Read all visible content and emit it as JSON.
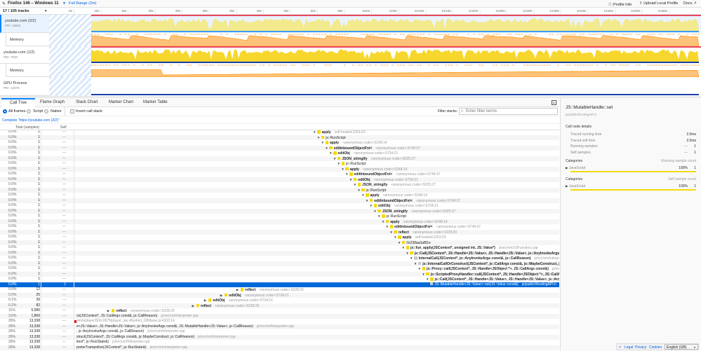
{
  "topbar": {
    "title": "Firefox 146 – Windows 11",
    "range": "Full Range (2m)",
    "profile_info": "Profile Info",
    "upload": "Upload Local Profile",
    "docs": "Docs"
  },
  "timeline": {
    "track_count": "17 / 105 tracks",
    "ticks": [
      "5s",
      "10s",
      "15s",
      "20s",
      "25s",
      "30s",
      "35s",
      "40s",
      "45s",
      "50s",
      "55s",
      "1m0s",
      "1m5s",
      "1m10s",
      "1m15s",
      "1m20s",
      "1m25s",
      "1m30s",
      "1m35s",
      "1m40s",
      "1m45s",
      "1m50s",
      "1m55s"
    ],
    "tracks": [
      {
        "name": "youtube.com (2/2)",
        "pid": "PID: 15832",
        "kind": "cpu",
        "selected": true
      },
      {
        "name": "Memory",
        "kind": "memory"
      },
      {
        "name": "youtube.com (1/2)",
        "pid": "PID: 7532",
        "kind": "cpu"
      },
      {
        "name": "Memory",
        "kind": "memory"
      },
      {
        "name": "GPU Process",
        "pid": "PID: 12576",
        "kind": "gpu"
      }
    ],
    "colors": {
      "cpu_selected": "#f2ea8c",
      "cpu": "#f7d72e",
      "memory_fill": "#ffc27a",
      "memory_line": "#ff9400",
      "blue": "#3d9bf0",
      "dark_blue": "#1b3ea8",
      "red": "#e8475f"
    }
  },
  "tabs": [
    "Call Tree",
    "Flame Graph",
    "Stack Chart",
    "Marker Chart",
    "Marker Table"
  ],
  "options": {
    "all_frames": "All frames",
    "script": "Script",
    "native": "Native",
    "invert": "Invert call stack",
    "filter_label": "Filter stacks:",
    "filter_placeholder": "Enter filter terms"
  },
  "breadcrumb": "Complete \"https://youtube.com (2/2)\"",
  "columns": {
    "total": "Total (samples)",
    "self": "Self"
  },
  "rows": [
    {
      "pct": "0.0%",
      "total": "1",
      "self": "—",
      "depth": 60,
      "tg": "open",
      "cat": "y",
      "fn": "apply",
      "org": "self-hosted:2253:23"
    },
    {
      "pct": "0.0%",
      "total": "1",
      "self": "—",
      "depth": 61,
      "tg": "open",
      "cat": "y",
      "fn": "js::RunScript",
      "org": "",
      "n": true
    },
    {
      "pct": "0.0%",
      "total": "1",
      "self": "—",
      "depth": 62,
      "tg": "open",
      "cat": "y",
      "fn": "apply",
      "org": "<anonymous code>:5248:14"
    },
    {
      "pct": "0.0%",
      "total": "1",
      "self": "—",
      "depth": 63,
      "tg": "open",
      "cat": "y",
      "fn": "editInboundObjectFn/<",
      "org": "<anonymous code>:5749:37"
    },
    {
      "pct": "0.0%",
      "total": "1",
      "self": "—",
      "depth": 64,
      "tg": "open",
      "cat": "y",
      "fn": "editObj",
      "org": "<anonymous code>:5734:21"
    },
    {
      "pct": "0.0%",
      "total": "1",
      "self": "—",
      "depth": 65,
      "tg": "open",
      "cat": "y",
      "fn": "JSON_stringify",
      "org": "<anonymous code>:5025:27"
    },
    {
      "pct": "0.0%",
      "total": "1",
      "self": "—",
      "depth": 66,
      "tg": "open",
      "cat": "y",
      "fn": "js::RunScript",
      "org": "",
      "n": true
    },
    {
      "pct": "0.0%",
      "total": "1",
      "self": "—",
      "depth": 67,
      "tg": "open",
      "cat": "y",
      "fn": "apply",
      "org": "<anonymous code>:5248:14"
    },
    {
      "pct": "0.0%",
      "total": "1",
      "self": "—",
      "depth": 68,
      "tg": "open",
      "cat": "y",
      "fn": "editInboundObjectFn/<",
      "org": "<anonymous code>:5749:37"
    },
    {
      "pct": "0.0%",
      "total": "1",
      "self": "—",
      "depth": 69,
      "tg": "open",
      "cat": "y",
      "fn": "editObj",
      "org": "<anonymous code>:5734:21"
    },
    {
      "pct": "0.0%",
      "total": "1",
      "self": "—",
      "depth": 70,
      "tg": "open",
      "cat": "y",
      "fn": "JSON_stringify",
      "org": "<anonymous code>:5025:27"
    },
    {
      "pct": "0.0%",
      "total": "1",
      "self": "—",
      "depth": 71,
      "tg": "open",
      "cat": "y",
      "fn": "js::RunScript",
      "org": "",
      "n": true
    },
    {
      "pct": "0.0%",
      "total": "1",
      "self": "—",
      "depth": 72,
      "tg": "open",
      "cat": "y",
      "fn": "apply",
      "org": "<anonymous code>:5248:14"
    },
    {
      "pct": "0.0%",
      "total": "1",
      "self": "—",
      "depth": 73,
      "tg": "open",
      "cat": "y",
      "fn": "editInboundObjectFn/<",
      "org": "<anonymous code>:5749:37"
    },
    {
      "pct": "0.0%",
      "total": "1",
      "self": "—",
      "depth": 74,
      "tg": "open",
      "cat": "y",
      "fn": "editObj",
      "org": "<anonymous code>:5734:21"
    },
    {
      "pct": "0.0%",
      "total": "1",
      "self": "—",
      "depth": 75,
      "tg": "open",
      "cat": "y",
      "fn": "JSON_stringify",
      "org": "<anonymous code>:5025:27"
    },
    {
      "pct": "0.0%",
      "total": "1",
      "self": "—",
      "depth": 76,
      "tg": "open",
      "cat": "y",
      "fn": "js::RunScript",
      "org": "",
      "n": true
    },
    {
      "pct": "0.0%",
      "total": "1",
      "self": "—",
      "depth": 77,
      "tg": "open",
      "cat": "y",
      "fn": "apply",
      "org": "<anonymous code>:5248:14"
    },
    {
      "pct": "0.0%",
      "total": "1",
      "self": "—",
      "depth": 78,
      "tg": "open",
      "cat": "y",
      "fn": "editInboundObjectFn/<",
      "org": "<anonymous code>:5749:37"
    },
    {
      "pct": "0.0%",
      "total": "1",
      "self": "—",
      "depth": 79,
      "tg": "open",
      "cat": "y",
      "fn": "reflect",
      "org": "<anonymous code>:5228:20"
    },
    {
      "pct": "0.0%",
      "total": "1",
      "self": "—",
      "depth": 80,
      "tg": "open",
      "cat": "y",
      "fn": "apply",
      "org": "self-hosted:2253:23"
    },
    {
      "pct": "0.0%",
      "total": "1",
      "self": "—",
      "depth": 81,
      "tg": "open",
      "cat": "y",
      "fn": "0x238aa3af81e",
      "org": "",
      "n": true
    },
    {
      "pct": "0.0%",
      "total": "1",
      "self": "—",
      "depth": 82,
      "tg": "open",
      "cat": "y",
      "fn": "js::fun_apply(JSContext*, unsigned int, JS::Value*)",
      "org": "js/src/vm/JSFunction.cpp"
    },
    {
      "pct": "0.0%",
      "total": "1",
      "self": "—",
      "depth": 83,
      "tg": "open",
      "cat": "y",
      "fn": "js::Call(JSContext*, JS::Handle<JS::Value>, JS::Handle<JS::Value>, js::AnyInvokeArgs const&, JS::MutableHand",
      "org": ""
    },
    {
      "pct": "0.0%",
      "total": "1",
      "self": "—",
      "depth": 84,
      "tg": "open",
      "cat": "g",
      "fn": "InternalCall(JSContext*, js::AnyInvokeArgs const&, js::CallReason)",
      "org": "js/src/vm/Interpreter.cpp"
    },
    {
      "pct": "0.0%",
      "total": "1",
      "self": "—",
      "depth": 85,
      "tg": "open",
      "cat": "g",
      "fn": "js::InternalCallOrConstruct(JSContext*, js::CallArgs const&, js::MaybeConstruct, js::CallReason)",
      "org": "js/src/"
    },
    {
      "pct": "0.0%",
      "total": "1",
      "self": "—",
      "depth": 86,
      "tg": "open",
      "cat": "y",
      "fn": "js::Proxy::call(JSContext*, JS::Handle<JSObject *>, JS::CallArgs const&)",
      "org": "js/src/proxy/Proxy.cpp"
    },
    {
      "pct": "0.0%",
      "total": "1",
      "self": "—",
      "depth": 87,
      "tg": "open",
      "cat": "y",
      "fn": "js::ScriptedProxyHandler::call(JSContext*, JS::Handle<JSObject *>, JS::CallArgs const&) const",
      "org": "js/src/"
    },
    {
      "pct": "0.0%",
      "total": "1",
      "self": "—",
      "depth": 88,
      "tg": "open",
      "cat": "y",
      "fn": "js::Call(JSContext*, JS::Handle<JS::Value>, JS::Handle<JS::Value>, js::AnyInvokeArgs const&, js::Mu",
      "org": ""
    },
    {
      "pct": "0.0%",
      "total": "1",
      "self": "1",
      "depth": 89,
      "tg": "none",
      "cat": "g",
      "fn": "JS::MutableHandle<JS::Value>::set(JS::Value const&)",
      "org": "js/public/RootingAPI.h",
      "selected": true,
      "n": true
    },
    {
      "pct": "0.0%",
      "total": "12",
      "self": "—",
      "depth": 41,
      "tg": "closed",
      "cat": "y",
      "fn": "reflect",
      "org": "<anonymous code>:5228:20"
    },
    {
      "pct": "0.0%",
      "total": "25",
      "self": "—",
      "depth": 37,
      "tg": "closed",
      "cat": "y",
      "fn": "editObj",
      "org": "<anonymous code>:5734:21"
    },
    {
      "pct": "0.1%",
      "total": "39",
      "self": "—",
      "depth": 33,
      "tg": "closed",
      "cat": "y",
      "fn": "editObj",
      "org": "<anonymous code>:5734:21"
    },
    {
      "pct": "0.2%",
      "total": "82",
      "self": "—",
      "depth": 30,
      "tg": "closed",
      "cat": "y",
      "fn": "reflect",
      "org": "<anonymous code>:5228:20"
    },
    {
      "pct": "11%",
      "total": "5,586",
      "self": "—",
      "depth": 9,
      "tg": "closed",
      "cat": "y",
      "fn": "reflect",
      "org": "<anonymous code>:5228:20"
    },
    {
      "pct": "3.6%",
      "total": "1,869",
      "self": "—",
      "depth": 0,
      "tg": "none",
      "cat": "none",
      "fn": "ck(JSContext*, JS::CallArgs const&, js::CallReason)",
      "org": "js/src/vm/Interpreter.cpp",
      "n": true
    },
    {
      "pct": "26%",
      "total": "13,338",
      "self": "—",
      "depth": 0,
      "tg": "none",
      "cat": "badge",
      "fn": "om/s/player/50cc0679/player_ias.vflset/en_GB/base.js:4163:14",
      "org": "",
      "n": true,
      "gray": true
    },
    {
      "pct": "26%",
      "total": "13,338",
      "self": "—",
      "depth": 0,
      "tg": "none",
      "cat": "none",
      "fn": "e<JS::Value>, JS::Handle<JS::Value>, js::AnyInvokeArgs const&, JS::MutableHandle<JS::Value>, js::CallReason)",
      "org": "js/src/vm/Interpreter.cpp",
      "n": true
    },
    {
      "pct": "26%",
      "total": "13,338",
      "self": "—",
      "depth": 0,
      "tg": "none",
      "cat": "none",
      "fn": ", js::AnyInvokeArgs const&, js::CallReason)",
      "org": "js/src/vm/Interpreter.cpp",
      "n": true
    },
    {
      "pct": "26%",
      "total": "13,338",
      "self": "—",
      "depth": 0,
      "tg": "none",
      "cat": "none",
      "fn": "struct(JSContext*, JS::CallArgs const&, js::MaybeConstruct, js::CallReason)",
      "org": "js/src/vm/Interpreter.cpp",
      "n": true
    },
    {
      "pct": "26%",
      "total": "13,338",
      "self": "—",
      "depth": 0,
      "tg": "none",
      "cat": "none",
      "fn": "itext*, js::RunState&)",
      "org": "js/src/vm/Interpreter.cpp",
      "n": true
    },
    {
      "pct": "26%",
      "total": "13,338",
      "self": "—",
      "depth": 0,
      "tg": "none",
      "cat": "none",
      "fn": "preterTrampoline(JSContext*, js::RunState&)",
      "org": "js/src/vm/Interpreter.cpp",
      "n": true
    }
  ],
  "sidebar": {
    "title": "JS::MutableHandle::set",
    "path": "js/public/RootingAPI.h",
    "details_heading": "Call node details",
    "details": [
      {
        "label": "Traced running time",
        "value": "2.0ms"
      },
      {
        "label": "Traced self time",
        "value": "2.0ms"
      },
      {
        "label": "Running samples",
        "dash": "—",
        "value": "1"
      },
      {
        "label": "Self samples",
        "dash": "—",
        "value": "1"
      }
    ],
    "categories": [
      {
        "heading": "Categories",
        "count_label": "Running sample count",
        "name": "JavaScript",
        "pct": "100%",
        "count": "1",
        "fraction": 1.0
      },
      {
        "heading": "Categories",
        "count_label": "Self sample count",
        "name": "JavaScript",
        "pct": "100%",
        "count": "1",
        "fraction": 1.0
      }
    ]
  },
  "footer": {
    "close": "×",
    "legal": "Legal",
    "privacy": "Privacy",
    "cookies": "Cookies",
    "language": "English (GB)"
  }
}
